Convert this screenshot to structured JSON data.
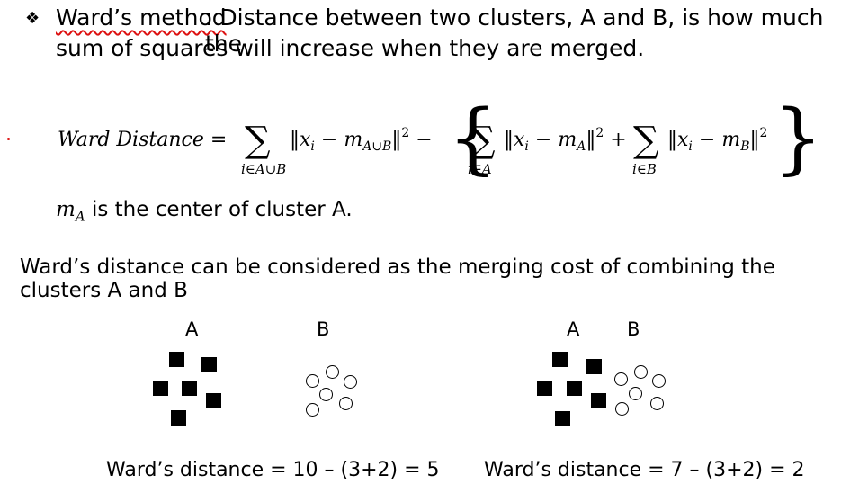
{
  "header": {
    "bullet": "❖",
    "term": "Ward’s method",
    "definition_line1": ": Distance between two clusters, A and B, is how much the",
    "definition_line2": "sum of squares will increase when they are merged."
  },
  "formula": {
    "lhs": "Ward Distance =",
    "sum1_index": "i∈A∪B",
    "sum2_index": "i∈A",
    "sum3_index": "i∈B",
    "term1": "‖x_i − m_{A∪B}‖²",
    "term2": "‖x_i − m_A‖²",
    "term3": "‖x_i − m_B‖²"
  },
  "center_note": {
    "symbol": "m",
    "subscript": "A",
    "text": " is the center of cluster A."
  },
  "cost_statement": "Ward’s distance can be considered as the merging cost of combining the clusters A and B",
  "examples": [
    {
      "label_a": "A",
      "label_b": "B",
      "result": "Ward’s distance = 10 – (3+2) = 5"
    },
    {
      "label_a": "A",
      "label_b": "B",
      "result": "Ward’s distance = 7 – (3+2) = 2"
    }
  ]
}
